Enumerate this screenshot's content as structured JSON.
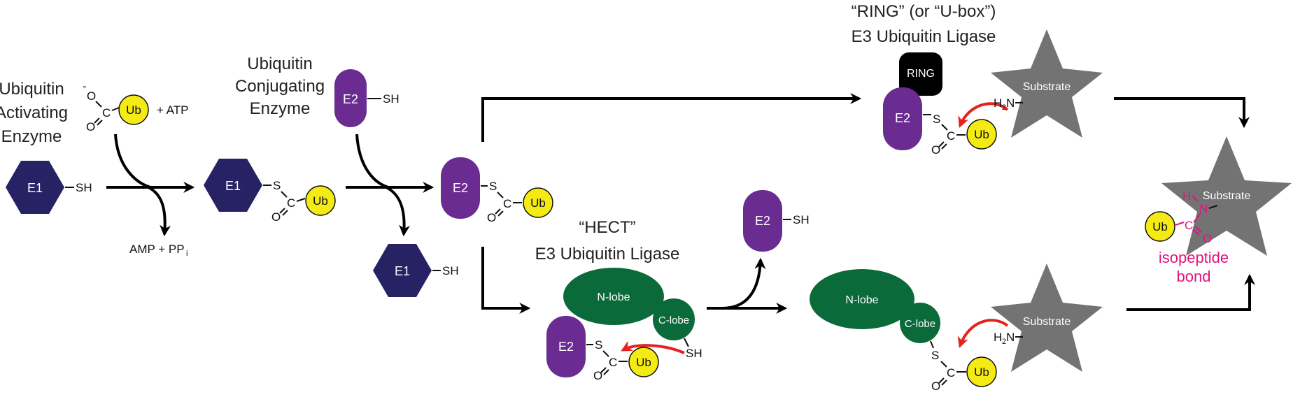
{
  "colors": {
    "e1": "#272264",
    "e2": "#6a2c91",
    "hect": "#0b6a3a",
    "ring": "#000000",
    "ub_fill": "#f5eb14",
    "substrate": "#737373",
    "arrow": "#000000",
    "red_arrow": "#e3231f",
    "isopeptide": "#e0147c"
  },
  "icons": {
    "e1": "hexagon",
    "e2": "rounded-capsule",
    "ub": "yellow-circle",
    "substrate": "star",
    "hect": "green-ellipse",
    "ring": "black-rounded-square",
    "arrow": "black-arrow",
    "transfer": "red-curved-arrow"
  },
  "labels": {
    "e1_title": [
      "Ubiquitin",
      "Activating",
      "Enzyme"
    ],
    "e2_title": [
      "Ubiquitin",
      "Conjugating",
      "Enzyme"
    ],
    "ring_title": [
      "“RING” (or “U-box”)",
      "E3 Ubiquitin Ligase"
    ],
    "hect_title": [
      "“HECT”",
      "E3 Ubiquitin Ligase"
    ],
    "isopeptide": [
      "isopeptide",
      "bond"
    ]
  },
  "text": {
    "e1": "E1",
    "e2": "E2",
    "ub": "Ub",
    "ring": "RING",
    "n_lobe": "N-lobe",
    "c_lobe": "C-lobe",
    "substrate": "Substrate",
    "sh": "SH",
    "s": "S",
    "c": "C",
    "o": "O",
    "h": "H",
    "n": "N",
    "minus": "-",
    "plus_atp": "+ ATP",
    "amp_ppi": "AMP + PP",
    "ppi_sub": "i",
    "h2n_h": "H",
    "h2n_2": "2",
    "h2n_n": "N"
  }
}
